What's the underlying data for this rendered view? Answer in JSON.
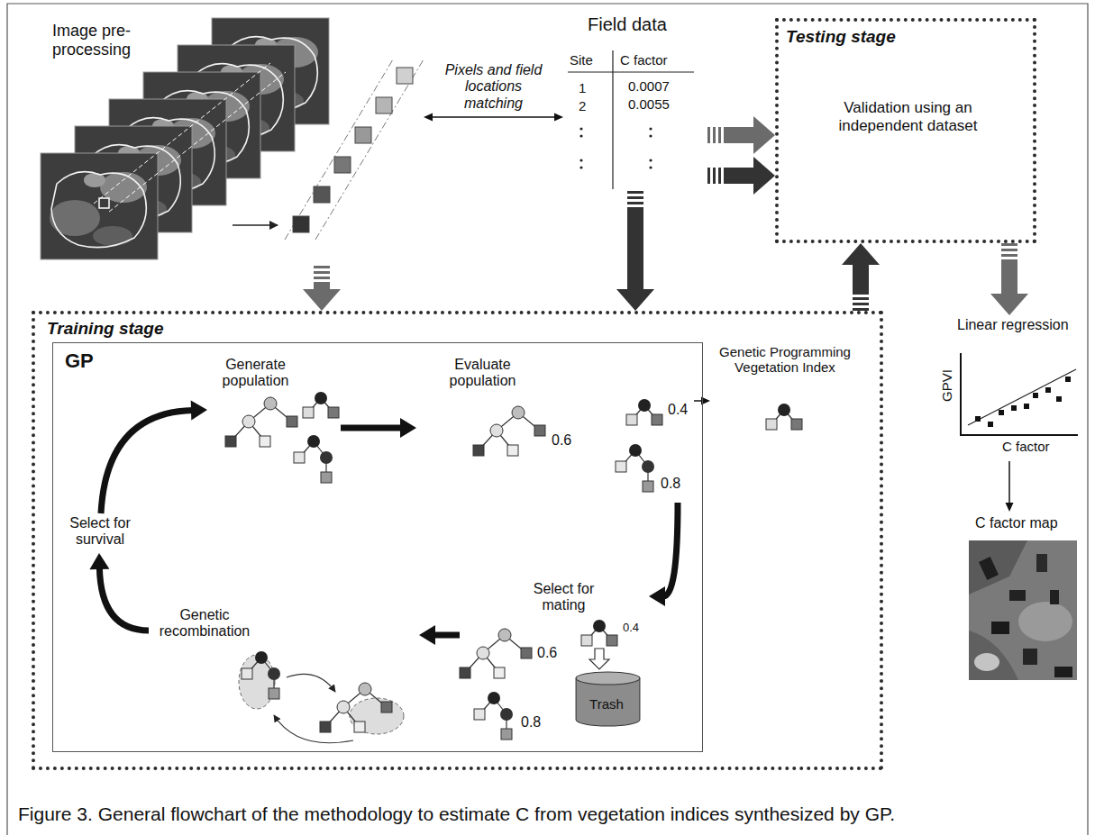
{
  "diagram": {
    "caption": "Figure 3. General flowchart of the methodology to estimate C from vegetation indices synthesized by GP.",
    "nodes": [
      {
        "text": [
          "Image pre-processing"
        ]
      },
      {
        "text": [
          "Field data",
          "Site",
          "C factor",
          "1",
          "0.0007",
          "2",
          "0.0055"
        ]
      },
      {
        "text": [
          "Testing stage",
          "Validation using an independent dataset"
        ]
      },
      {
        "text": [
          "Training stage"
        ]
      },
      {
        "text": [
          "GP"
        ],
        "in": 3
      },
      {
        "text": [
          "Generate population"
        ],
        "in": 4
      },
      {
        "text": [
          "Evaluate population",
          "0.6",
          "0.4",
          "0.8"
        ],
        "in": 4
      },
      {
        "text": [
          "Select for mating",
          "0.6",
          "0.4",
          "0.8"
        ],
        "in": 4
      },
      {
        "text": [
          "Trash"
        ],
        "in": 7
      },
      {
        "text": [
          "Genetic recombination"
        ],
        "in": 4
      },
      {
        "text": [
          "Select for survival"
        ],
        "in": 4
      },
      {
        "text": [
          "Genetic Programming Vegetation Index"
        ],
        "in": 3
      },
      {
        "text": [
          "Linear regression",
          "GPVI",
          "C factor"
        ]
      },
      {
        "text": [
          "C factor map"
        ]
      }
    ],
    "edges": [
      {
        "from": 0,
        "to": 3,
        "arrow": "to"
      },
      {
        "from": 0,
        "to": 1,
        "arrow": "both",
        "label": "Pixels and field locations matching"
      },
      {
        "from": 1,
        "to": 3,
        "arrow": "to"
      },
      {
        "from": 1,
        "to": 2,
        "arrow": "to"
      },
      {
        "from": 1,
        "to": 2,
        "arrow": "to"
      },
      {
        "from": 3,
        "to": 2,
        "arrow": "to"
      },
      {
        "from": 2,
        "to": 12,
        "arrow": "to"
      },
      {
        "from": 12,
        "to": 13,
        "arrow": "to"
      },
      {
        "from": 10,
        "to": 5,
        "arrow": "to"
      },
      {
        "from": 5,
        "to": 6,
        "arrow": "to"
      },
      {
        "from": 6,
        "to": 7,
        "arrow": "to"
      },
      {
        "from": 7,
        "to": 9,
        "arrow": "to"
      },
      {
        "from": 9,
        "to": 10,
        "arrow": "to"
      },
      {
        "from": 6,
        "to": 11,
        "arrow": "to"
      }
    ]
  }
}
